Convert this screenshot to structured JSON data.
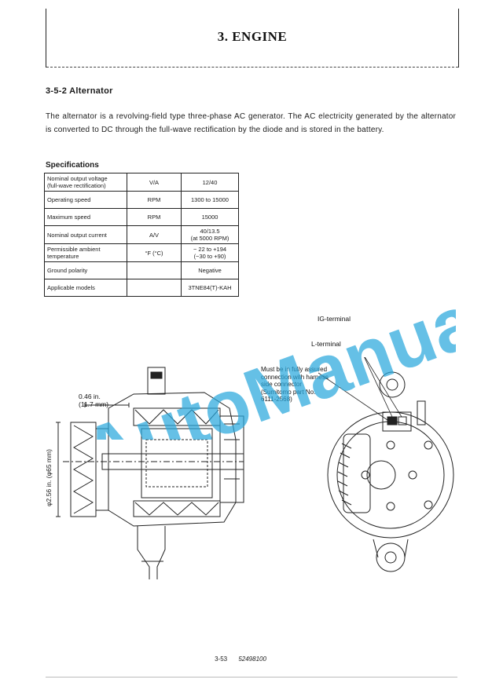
{
  "header": {
    "chapter_title": "3. ENGINE"
  },
  "section": {
    "heading": "3-5-2 Alternator",
    "intro": "The alternator is a revolving-field type three-phase AC generator. The AC electricity generated by the alternator is converted to DC through the full-wave rectification by the diode and is stored in the battery."
  },
  "specifications": {
    "heading": "Specifications",
    "rows": [
      {
        "item": "Nominal output voltage\n(full-wave rectification)",
        "unit": "V/A",
        "value": "12/40"
      },
      {
        "item": "Operating speed",
        "unit": "RPM",
        "value": "1300 to 15000"
      },
      {
        "item": "Maximum speed",
        "unit": "RPM",
        "value": "15000"
      },
      {
        "item": "Nominal output current",
        "unit": "A/V",
        "value": "40/13.5\n(at 5000 RPM)"
      },
      {
        "item": "Permissible ambient\ntemperature",
        "unit": "°F (°C)",
        "value": "− 22 to +194\n(−30 to +90)"
      },
      {
        "item": "Ground polarity",
        "unit": "",
        "value": "Negative"
      },
      {
        "item": "Applicable models",
        "unit": "",
        "value": "3TNE84(T)-KAH"
      }
    ]
  },
  "figure": {
    "labels": {
      "ig_terminal": "IG-terminal",
      "l_terminal": "L-terminal",
      "connector_note": "Must be in fully assured\nconnection with harness\nside connector\n(Sumitomo part No.\n6111-2568)",
      "dim_horizontal": "0.46 in.\n(11.7 mm)",
      "dim_vertical": "φ2.56 in. (φ65 mm)"
    }
  },
  "watermark": {
    "text": "AutoManual"
  },
  "footer": {
    "page_number": "3-53",
    "document_code": "52498100"
  },
  "colors": {
    "watermark": "#2aa7dc",
    "ink": "#1a1a1a"
  }
}
